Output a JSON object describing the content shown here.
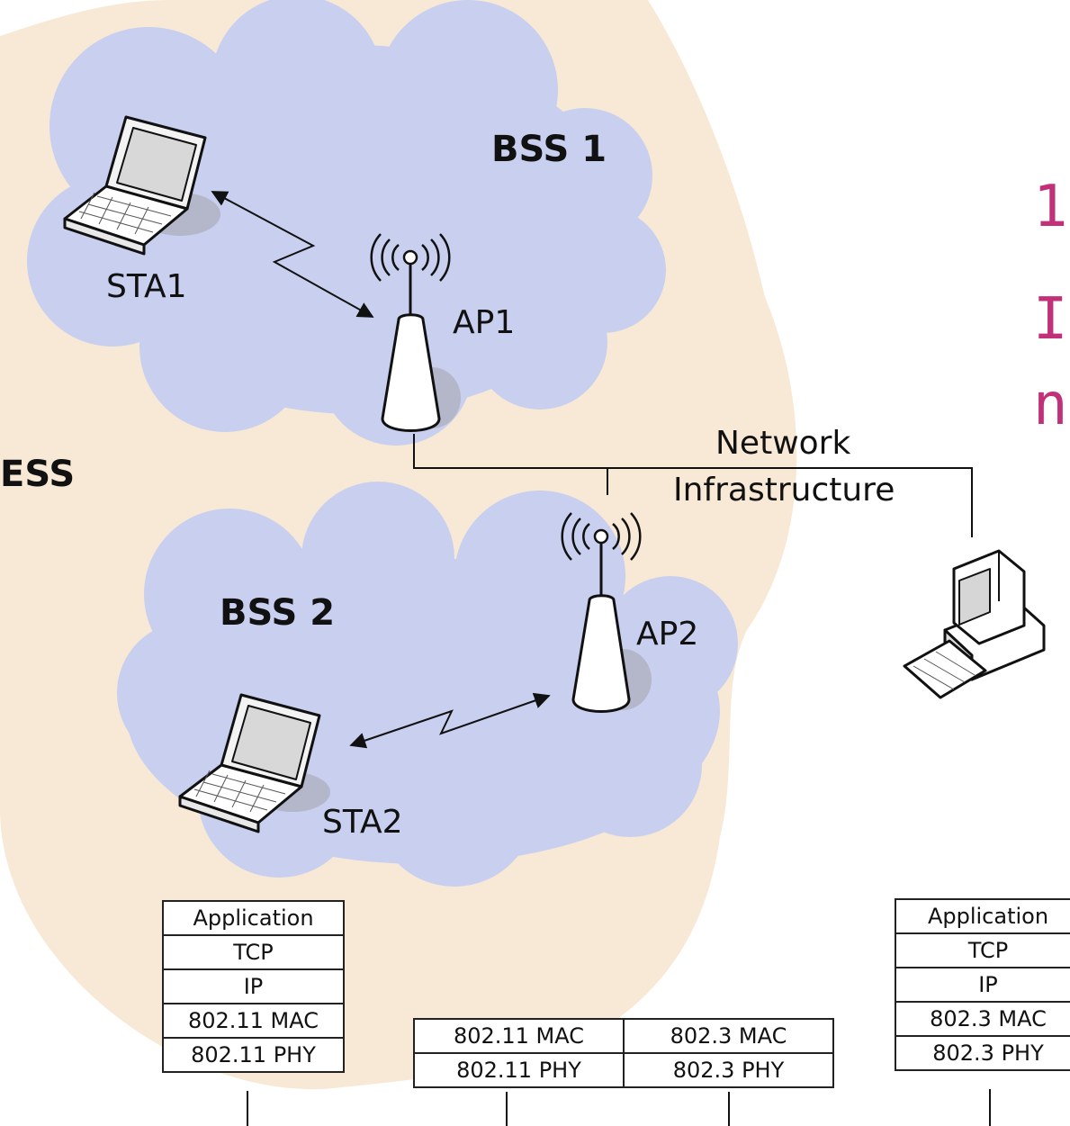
{
  "diagram": {
    "ess_label": "ESS",
    "bss1": {
      "label": "BSS 1",
      "station": "STA1",
      "access_point": "AP1"
    },
    "bss2": {
      "label": "BSS 2",
      "station": "STA2",
      "access_point": "AP2"
    },
    "network_label": [
      "Network",
      "Infrastructure"
    ],
    "side_title_fragments": [
      "1",
      "In",
      "n"
    ]
  },
  "stacks": {
    "sta2": [
      "Application",
      "TCP",
      "IP",
      "802.11 MAC",
      "802.11 PHY"
    ],
    "ap": {
      "left": [
        "802.11 MAC",
        "802.11 PHY"
      ],
      "right": [
        "802.3 MAC",
        "802.3 PHY"
      ]
    },
    "server": [
      "Application",
      "TCP",
      "IP",
      "802.3 MAC",
      "802.3 PHY"
    ]
  },
  "colors": {
    "ess_fill": "#f8e9d6",
    "bss_fill": "#c8cfef",
    "title_color": "#c0317a",
    "line": "#111111"
  },
  "icons": [
    "laptop-icon",
    "access-point-icon",
    "wireless-signal-icon",
    "desktop-computer-icon"
  ]
}
